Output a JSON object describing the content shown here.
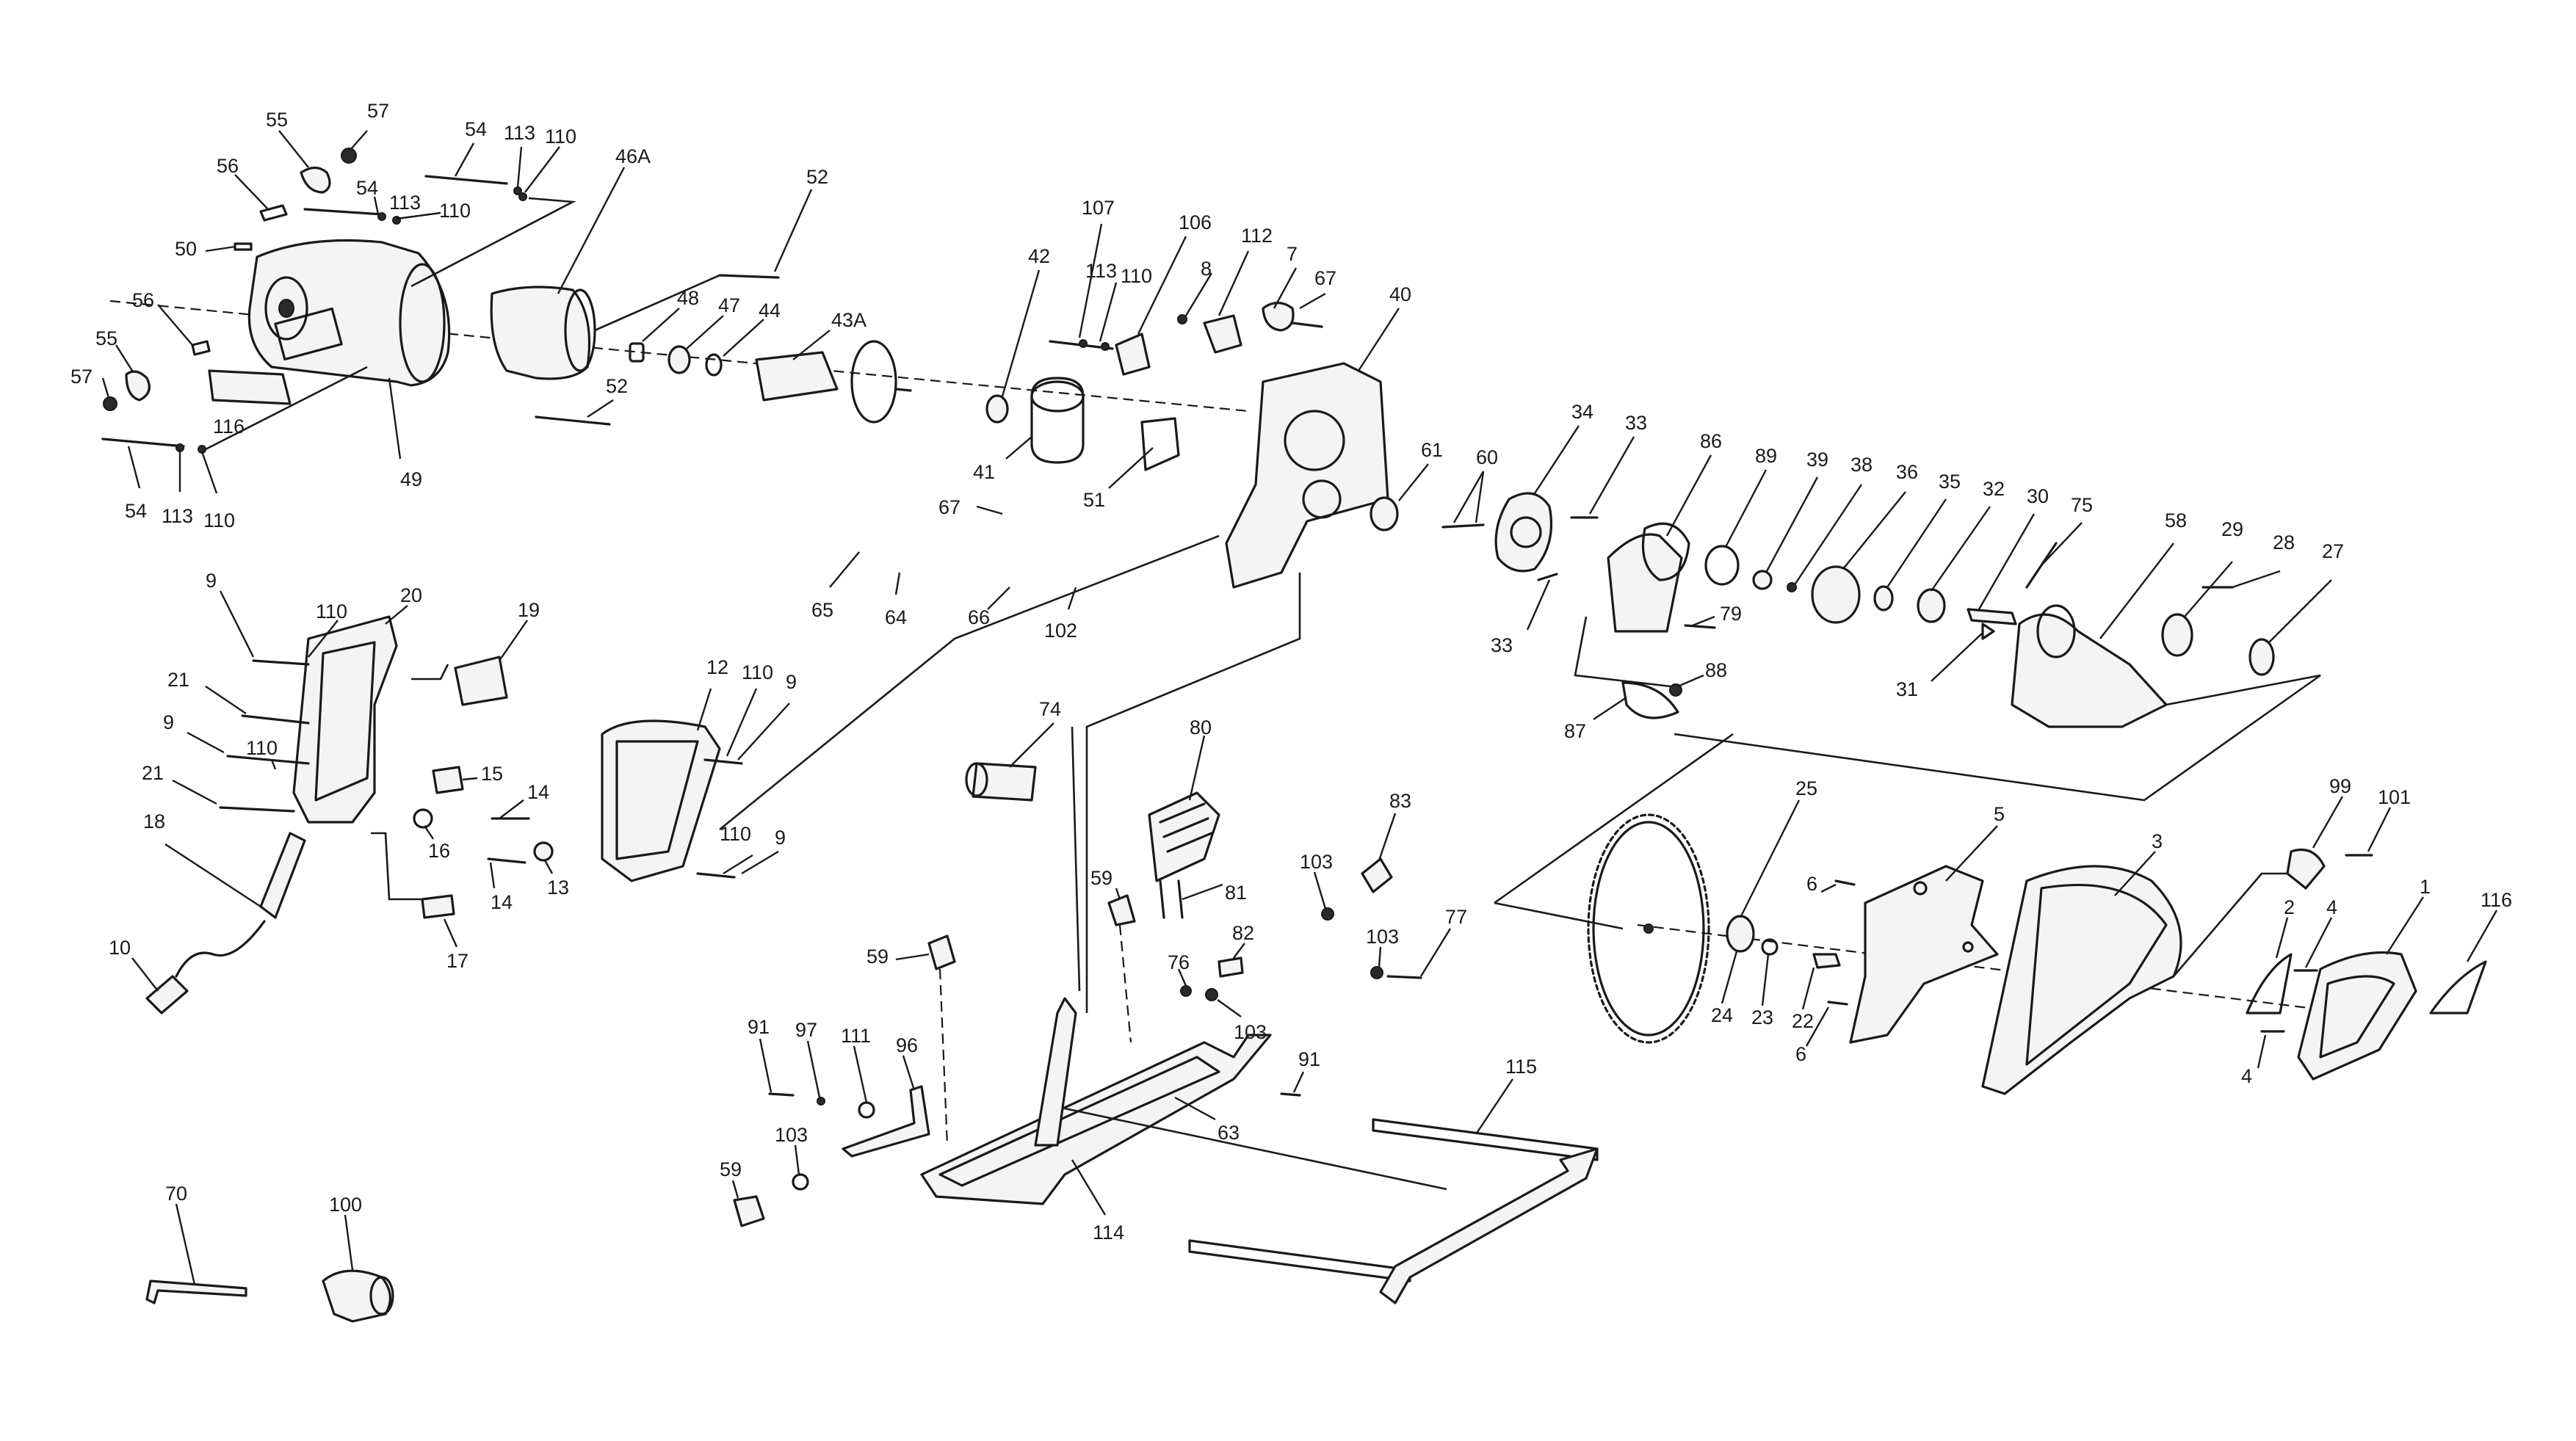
{
  "labels": {
    "l55a": "55",
    "l57a": "57",
    "l56a": "56",
    "l54a": "54",
    "l113a": "113",
    "l110a": "110",
    "l54b": "54",
    "l113b": "113",
    "l110b": "110",
    "l46A": "46A",
    "l52a": "52",
    "l50": "50",
    "l56b": "56",
    "l55b": "55",
    "l57b": "57",
    "l116a": "116",
    "l49": "49",
    "l54c": "54",
    "l113c": "113",
    "l110c": "110",
    "l48": "48",
    "l47": "47",
    "l44": "44",
    "l43A": "43A",
    "l52b": "52",
    "l42": "42",
    "l107": "107",
    "l113d": "113",
    "l110d": "110",
    "l106": "106",
    "l8": "8",
    "l112": "112",
    "l7": "7",
    "l67a": "67",
    "l40": "40",
    "l41": "41",
    "l51": "51",
    "l67b": "67",
    "l65": "65",
    "l64": "64",
    "l66": "66",
    "l102": "102",
    "l61": "61",
    "l60": "60",
    "l34": "34",
    "l33a": "33",
    "l33b": "33",
    "l86": "86",
    "l89": "89",
    "l39": "39",
    "l38": "38",
    "l36": "36",
    "l35": "35",
    "l32": "32",
    "l30": "30",
    "l75": "75",
    "l58": "58",
    "l29": "29",
    "l28": "28",
    "l27": "27",
    "l79": "79",
    "l31": "31",
    "l87": "87",
    "l88": "88",
    "l9a": "9",
    "l110e": "110",
    "l20": "20",
    "l19": "19",
    "l21a": "21",
    "l9b": "9",
    "l110f": "110",
    "l21b": "21",
    "l15": "15",
    "l14a": "14",
    "l16": "16",
    "l14b": "14",
    "l13": "13",
    "l12": "12",
    "l110g": "110",
    "l9c": "9",
    "l110h": "110",
    "l9d": "9",
    "l18": "18",
    "l10": "10",
    "l17": "17",
    "l74": "74",
    "l80": "80",
    "l83": "83",
    "l59a": "59",
    "l81": "81",
    "l103a": "103",
    "l82": "82",
    "l103b": "103",
    "l77": "77",
    "l76": "76",
    "l103c": "103",
    "l59b": "59",
    "l91a": "91",
    "l97": "97",
    "l111": "111",
    "l96": "96",
    "l91b": "91",
    "l63": "63",
    "l103d": "103",
    "l59c": "59",
    "l114": "114",
    "l115": "115",
    "l25": "25",
    "l5": "5",
    "l6a": "6",
    "l24": "24",
    "l23": "23",
    "l22": "22",
    "l6b": "6",
    "l3": "3",
    "l99": "99",
    "l101": "101",
    "l1": "1",
    "l116b": "116",
    "l2": "2",
    "l4a": "4",
    "l4b": "4",
    "l70": "70",
    "l100": "100"
  }
}
